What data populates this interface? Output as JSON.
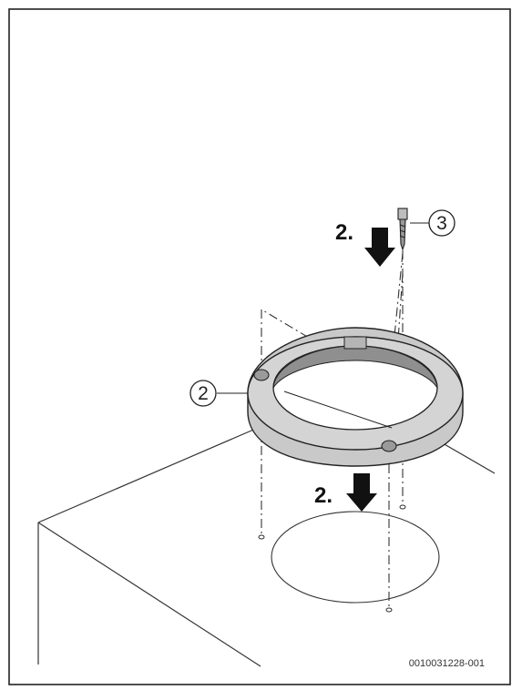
{
  "steps": {
    "upper": "2.",
    "lower": "2."
  },
  "callouts": {
    "ring": "2",
    "screw": "3"
  },
  "document_id": "0010031228-001",
  "colors": {
    "line": "#222222",
    "ring_fill": "#c9c9c9",
    "ring_dark": "#8f8f8f",
    "arrow": "#111111"
  }
}
